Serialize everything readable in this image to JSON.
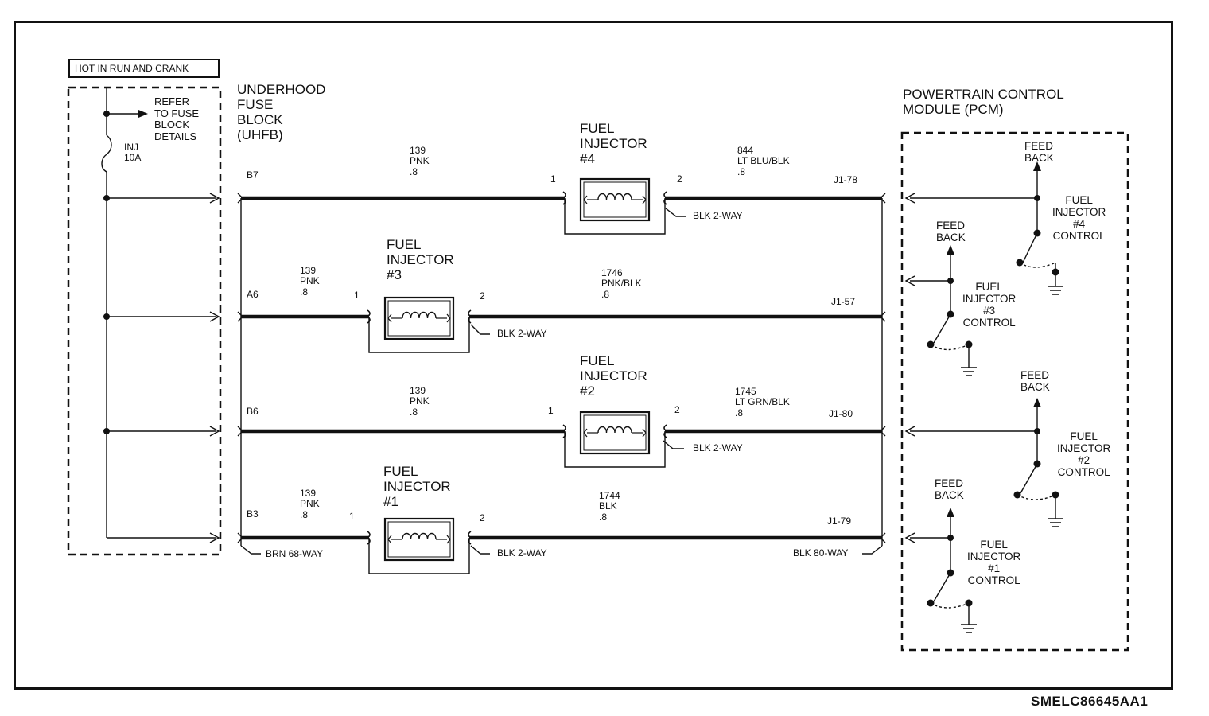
{
  "hot_label": "HOT IN RUN AND CRANK",
  "fuse_block": {
    "title": "UNDERHOOD\nFUSE\nBLOCK\n(UHFB)",
    "refer": "REFER\nTO FUSE\nBLOCK\nDETAILS",
    "fuse": "INJ\n10A"
  },
  "pcm": {
    "title": "POWERTRAIN CONTROL\nMODULE (PCM)",
    "feedback": "FEED\nBACK",
    "controls": [
      "FUEL\nINJECTOR\n#4\nCONTROL",
      "FUEL\nINJECTOR\n#3\nCONTROL",
      "FUEL\nINJECTOR\n#2\nCONTROL",
      "FUEL\nINJECTOR\n#1\nCONTROL"
    ]
  },
  "injectors": [
    {
      "name": "FUEL\nINJECTOR\n#4",
      "fuse_pin": "B7",
      "feed_wire": "139\nPNK\n.8",
      "pin1": "1",
      "pin2": "2",
      "ctrl_wire": "844\nLT BLU/BLK\n.8",
      "pcm_pin": "J1-78",
      "connector": "BLK 2-WAY"
    },
    {
      "name": "FUEL\nINJECTOR\n#3",
      "fuse_pin": "A6",
      "feed_wire": "139\nPNK\n.8",
      "pin1": "1",
      "pin2": "2",
      "ctrl_wire": "1746\nPNK/BLK\n.8",
      "pcm_pin": "J1-57",
      "connector": "BLK 2-WAY"
    },
    {
      "name": "FUEL\nINJECTOR\n#2",
      "fuse_pin": "B6",
      "feed_wire": "139\nPNK\n.8",
      "pin1": "1",
      "pin2": "2",
      "ctrl_wire": "1745\nLT GRN/BLK\n.8",
      "pcm_pin": "J1-80",
      "connector": "BLK 2-WAY"
    },
    {
      "name": "FUEL\nINJECTOR\n#1",
      "fuse_pin": "B3",
      "feed_wire": "139\nPNK\n.8",
      "pin1": "1",
      "pin2": "2",
      "ctrl_wire": "1744\nBLK\n.8",
      "pcm_pin": "J1-79",
      "connector": "BLK 2-WAY"
    }
  ],
  "connectors": {
    "uhfb": "BRN 68-WAY",
    "pcm": "BLK 80-WAY"
  },
  "diagram_code": "SMELC86645AA1"
}
